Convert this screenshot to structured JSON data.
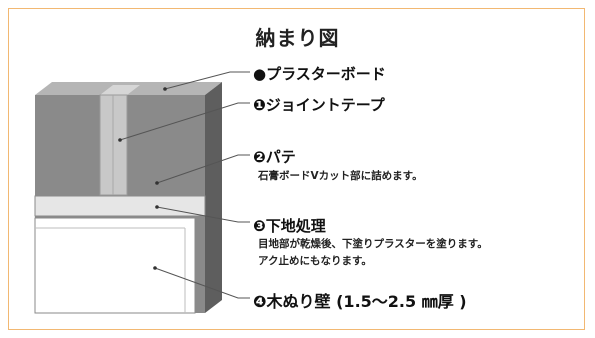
{
  "title": "納まり図",
  "labels": {
    "plaster_board": "●プラスターボード",
    "joint_tape": "❶ジョイントテープ",
    "putty": "❷パテ",
    "putty_note": "石膏ボードVカット部に詰めます。",
    "base_treatment": "❸下地処理",
    "base_note_1": "目地部が乾燥後、下塗りプラスターを塗ります。",
    "base_note_2": "アク止めにもなります。",
    "plaster_wall": "❹木ぬり壁 (1.5～2.5 ㎜厚 )"
  },
  "colors": {
    "frame_border": "#f2b872",
    "board_face": "#8a8a8a",
    "board_top": "#b5b5b5",
    "board_side": "#5e5e5e",
    "tape": "#c8c8c8",
    "base_layer": "#e6e6e6",
    "finish_layer": "#ffffff"
  }
}
